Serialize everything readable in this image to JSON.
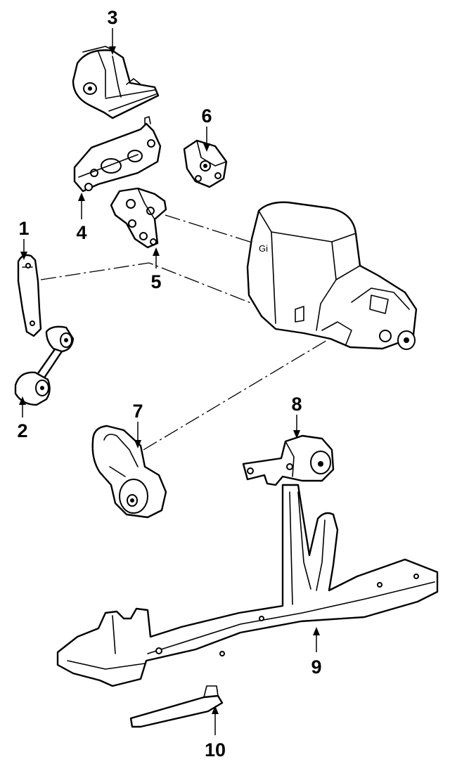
{
  "callouts": [
    {
      "id": "1",
      "label": "1"
    },
    {
      "id": "2",
      "label": "2"
    },
    {
      "id": "3",
      "label": "3"
    },
    {
      "id": "4",
      "label": "4"
    },
    {
      "id": "5",
      "label": "5"
    },
    {
      "id": "6",
      "label": "6"
    },
    {
      "id": "7",
      "label": "7"
    },
    {
      "id": "8",
      "label": "8"
    },
    {
      "id": "9",
      "label": "9"
    },
    {
      "id": "10",
      "label": "10"
    }
  ],
  "engine": {
    "marking": "Gi"
  }
}
